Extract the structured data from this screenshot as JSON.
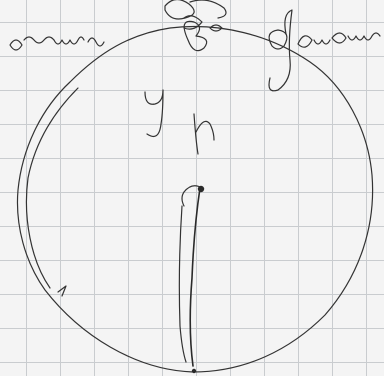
{
  "page": {
    "ink_color": "#333333",
    "paper_color": "#f4f4f4",
    "grid_color": "#c9cccf"
  },
  "handwriting": {
    "top_left_word": "хжи",
    "top_center_word": "в",
    "top_right_word": "одном",
    "center_label": "y h"
  }
}
